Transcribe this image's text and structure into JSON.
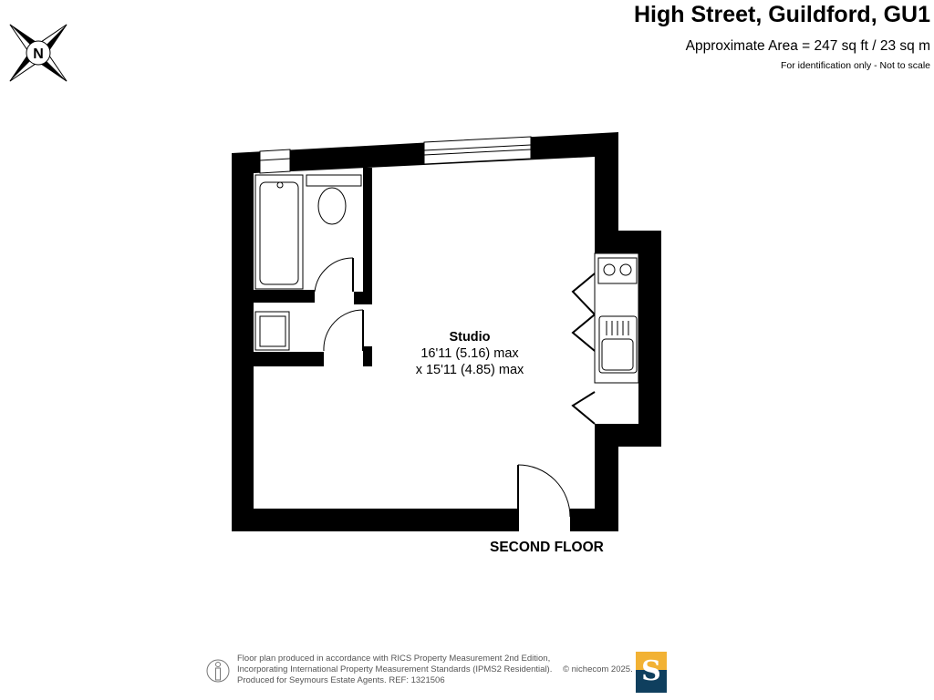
{
  "header": {
    "title": "High Street, Guildford, GU1",
    "area": "Approximate Area = 247 sq ft / 23 sq m",
    "note": "For identification only - Not to scale"
  },
  "compass": {
    "letter": "N",
    "icon": "compass-north-icon"
  },
  "rooms": [
    {
      "name": "Studio",
      "dim1": "16'11 (5.16) max",
      "dim2": "x 15'11 (4.85) max"
    }
  ],
  "floor_label": "SECOND FLOOR",
  "footer": {
    "line1": "Floor plan produced in accordance with RICS Property Measurement 2nd Edition,",
    "line2": "Incorporating International Property Measurement Standards (IPMS2 Residential).",
    "line3": "Produced for Seymours Estate Agents.   REF: 1321506",
    "copyright": "© nichecom 2025.",
    "logo_letter": "S"
  },
  "colors": {
    "wall": "#000000",
    "logo_top": "#f2b234",
    "logo_bottom": "#0f3f5e"
  }
}
